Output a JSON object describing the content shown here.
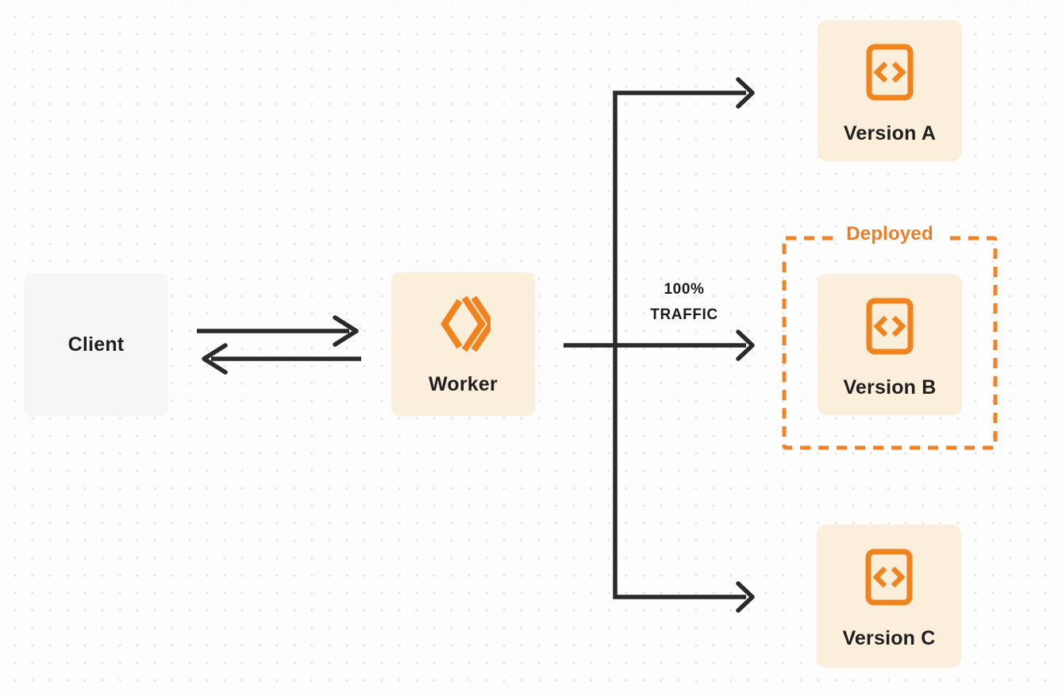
{
  "diagram": {
    "title": "worker-version-traffic-routing"
  },
  "colors": {
    "accent_orange": "#F08228",
    "deployed_orange": "#EE7D26",
    "node_cream": "#FBEEDB",
    "node_gray": "#F6F6F7",
    "arrow_dark": "#2A2A2A",
    "text_dark": "#1F1F1F",
    "background": "#FDFDFD",
    "dot_grid": "#E2E2E2"
  },
  "nodes": {
    "client": {
      "label": "Client"
    },
    "worker": {
      "label": "Worker",
      "icon": "workers-logo-icon"
    },
    "version_a": {
      "label": "Version A",
      "icon": "code-file-icon"
    },
    "version_b": {
      "label": "Version B",
      "icon": "code-file-icon"
    },
    "version_c": {
      "label": "Version C",
      "icon": "code-file-icon"
    }
  },
  "annotations": {
    "deployed": {
      "label": "Deployed"
    },
    "traffic": {
      "line1": "100%",
      "line2": "TRAFFIC"
    }
  },
  "edges": [
    {
      "from": "client",
      "to": "worker",
      "style": "arrow-right"
    },
    {
      "from": "worker",
      "to": "client",
      "style": "arrow-left"
    },
    {
      "from": "worker",
      "to": "version_a",
      "style": "elbow-arrow"
    },
    {
      "from": "worker",
      "to": "version_b",
      "style": "straight-arrow",
      "label": "100% TRAFFIC"
    },
    {
      "from": "worker",
      "to": "version_c",
      "style": "elbow-arrow"
    }
  ]
}
